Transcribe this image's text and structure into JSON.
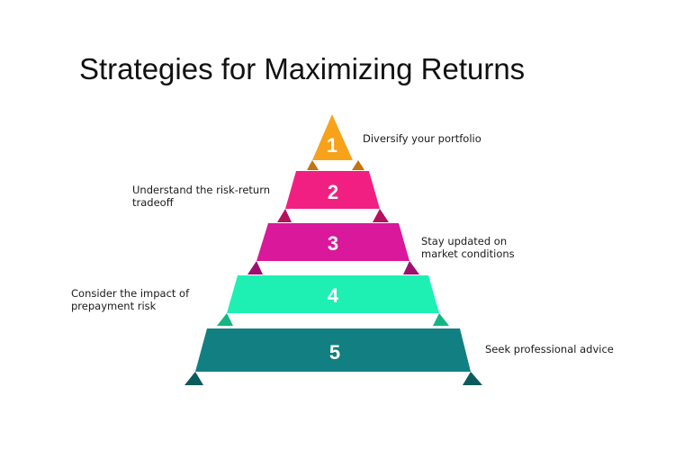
{
  "title": "Strategies for Maximizing Returns",
  "levels": [
    {
      "number": "1",
      "label": "Diversify your portfolio",
      "color": "#f7a21b",
      "shadow": "#c4740c"
    },
    {
      "number": "2",
      "label": "Understand the risk-return tradeoff",
      "color": "#f21f83",
      "shadow": "#b5105d"
    },
    {
      "number": "3",
      "label": "Stay updated on market conditions",
      "color": "#d9189b",
      "shadow": "#9e0e70"
    },
    {
      "number": "4",
      "label": "Consider the impact of prepayment risk",
      "color": "#1ef0b3",
      "shadow": "#12b583"
    },
    {
      "number": "5",
      "label": "Seek professional advice",
      "color": "#127f82",
      "shadow": "#0b5a5c"
    }
  ]
}
